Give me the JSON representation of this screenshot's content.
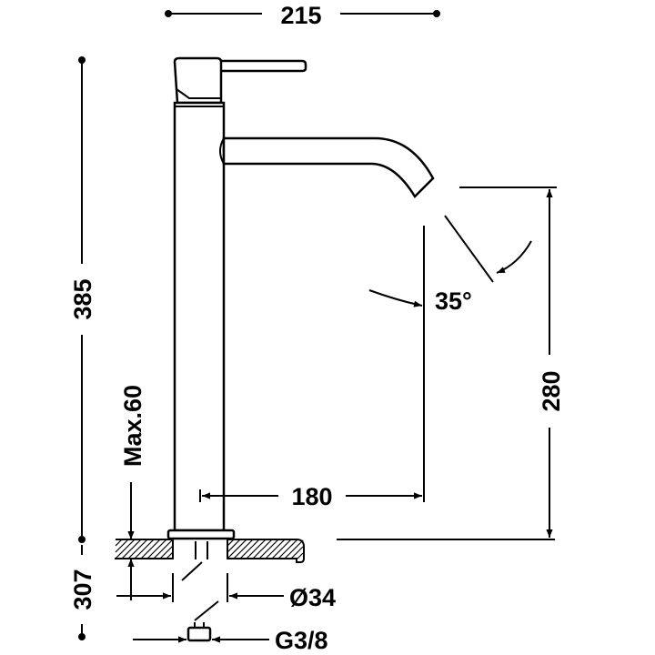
{
  "dimensions": {
    "overall_width": "215",
    "overall_height": "385",
    "spout_height": "280",
    "spout_reach": "180",
    "spout_angle": "35°",
    "max_counter_thickness": "Max.60",
    "lower_length": "307",
    "base_diameter": "Ø34",
    "connection_thread": "G3/8"
  },
  "colors": {
    "line": "#000000",
    "background": "#ffffff"
  }
}
